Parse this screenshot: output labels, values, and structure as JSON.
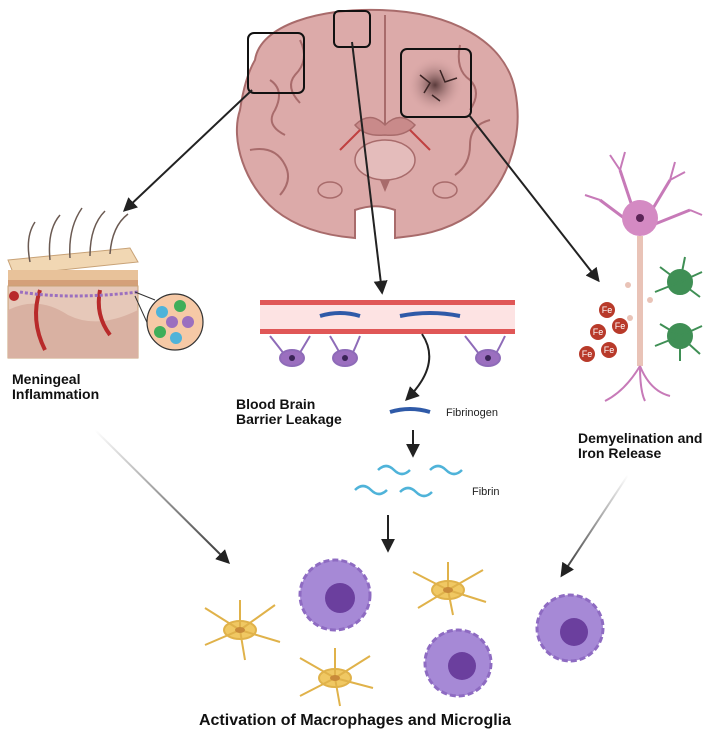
{
  "labels": {
    "meningeal": [
      "Meningeal",
      "Inflammation"
    ],
    "bbb": [
      "Blood Brain",
      "Barrier Leakage"
    ],
    "demyelination": [
      "Demyelination and",
      "Iron Release"
    ],
    "fibrinogen": "Fibrinogen",
    "fibrin": "Fibrin",
    "activation": "Activation of Macrophages and Microglia",
    "iron": "Fe"
  },
  "colors": {
    "brain": "#d9a6a6",
    "brain_dark": "#a86b6b",
    "vessel": "#d84a4a",
    "astrocyte": "#8e6bb8",
    "microglia": "#e8c15a",
    "macrophage": "#a689d6",
    "fibrin": "#4fb3d9",
    "neuron": "#c77ab8",
    "oligodendrocyte": "#3f8f55",
    "iron": "#b83a2a"
  },
  "icons": [
    "brain-icon",
    "meninges-icon",
    "blood-vessel-icon",
    "neuron-icon",
    "microglia-icon",
    "macrophage-icon",
    "iron-icon",
    "fibrinogen-icon",
    "fibrin-icon"
  ]
}
